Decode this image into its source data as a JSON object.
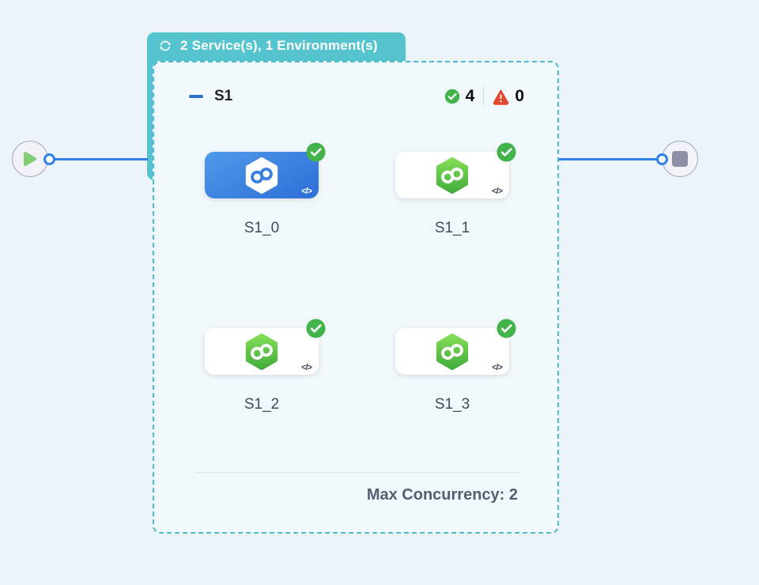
{
  "group_node": {
    "badge_label": "2 Service(s), 1 Environment(s)"
  },
  "service_group": {
    "name": "S1",
    "success_count": "4",
    "error_count": "0",
    "max_concurrency_label": "Max Concurrency: 2",
    "code_glyph": "</>",
    "services": [
      {
        "label": "S1_0",
        "state": "selected",
        "status": "success"
      },
      {
        "label": "S1_1",
        "state": "default",
        "status": "success"
      },
      {
        "label": "S1_2",
        "state": "default",
        "status": "success"
      },
      {
        "label": "S1_3",
        "state": "default",
        "status": "success"
      }
    ]
  },
  "colors": {
    "canvas_bg": "#eaf4f9",
    "teal": "#55c4ce",
    "dashed_border": "#4abccb",
    "edge_blue": "#3182e6",
    "card_blue_start": "#4d9ae9",
    "card_blue_end": "#2e6ed8",
    "hex_green_start": "#83dd55",
    "hex_green_end": "#42ad3d",
    "success_green": "#42b44b",
    "error_red": "#e0482e"
  }
}
